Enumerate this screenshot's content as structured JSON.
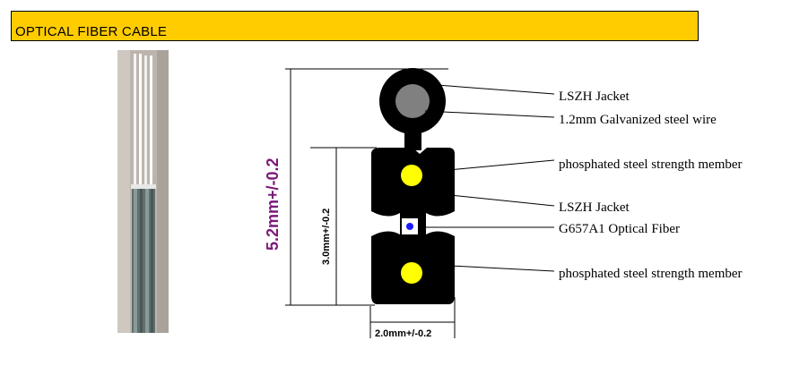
{
  "header": {
    "title": "OPTICAL FIBER CABLE"
  },
  "dimensions": {
    "height": "5.2mm+/-0.2",
    "body_height": "3.0mm+/-0.2",
    "width": "2.0mm+/-0.2"
  },
  "labels": [
    "LSZH Jacket",
    "1.2mm Galvanized steel wire",
    "phosphated steel strength member",
    "LSZH Jacket",
    "G657A1 Optical Fiber",
    "phosphated steel strength member"
  ],
  "colors": {
    "header_bg": "#ffcc00",
    "jacket": "#000000",
    "steel_wire": "#888888",
    "strength_member": "#ffff00",
    "fiber": "#1a1aff",
    "dimension_text": "#7a1a7a",
    "photo_bg": "#b8b0a8",
    "photo_cable": "#6a7a78"
  }
}
